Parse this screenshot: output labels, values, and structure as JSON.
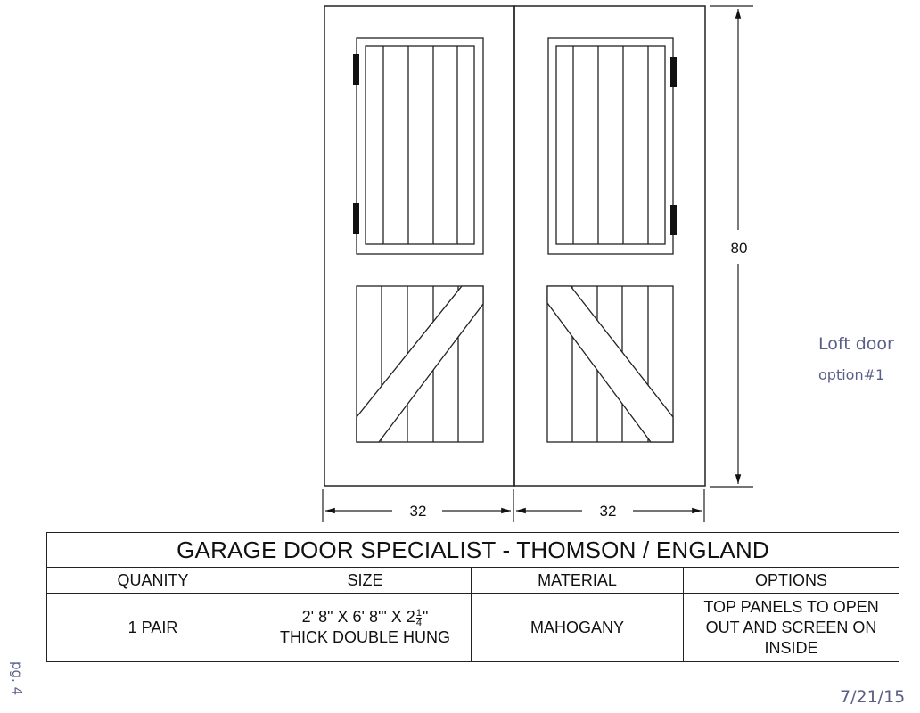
{
  "dimensions": {
    "height": "80",
    "left_width": "32",
    "right_width": "32"
  },
  "notes": {
    "loft_line1": "Loft door",
    "loft_line2": "option#1",
    "page": "pg. 4",
    "date": "7/21/15"
  },
  "table": {
    "title": "GARAGE DOOR SPECIALIST - THOMSON / ENGLAND",
    "headers": [
      "QUANITY",
      "SIZE",
      "MATERIAL",
      "OPTIONS"
    ],
    "row": {
      "quantity": "1 PAIR",
      "size_line1_prefix": "2' 8\" X 6' 8'\" X 2",
      "size_frac_num": "1",
      "size_frac_den": "4",
      "size_line1_suffix": "\"",
      "size_line2": "THICK DOUBLE HUNG",
      "material": "MAHOGANY",
      "options": "TOP PANELS TO OPEN OUT AND SCREEN ON INSIDE"
    }
  }
}
